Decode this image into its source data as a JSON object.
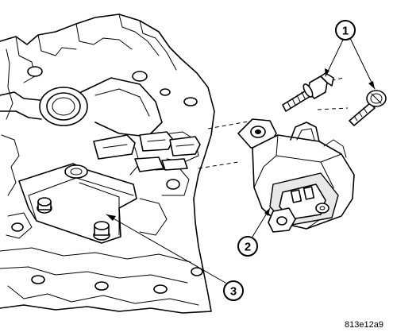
{
  "callouts": {
    "c1": "1",
    "c2": "2",
    "c3": "3"
  },
  "figure_id": "813e12a9"
}
